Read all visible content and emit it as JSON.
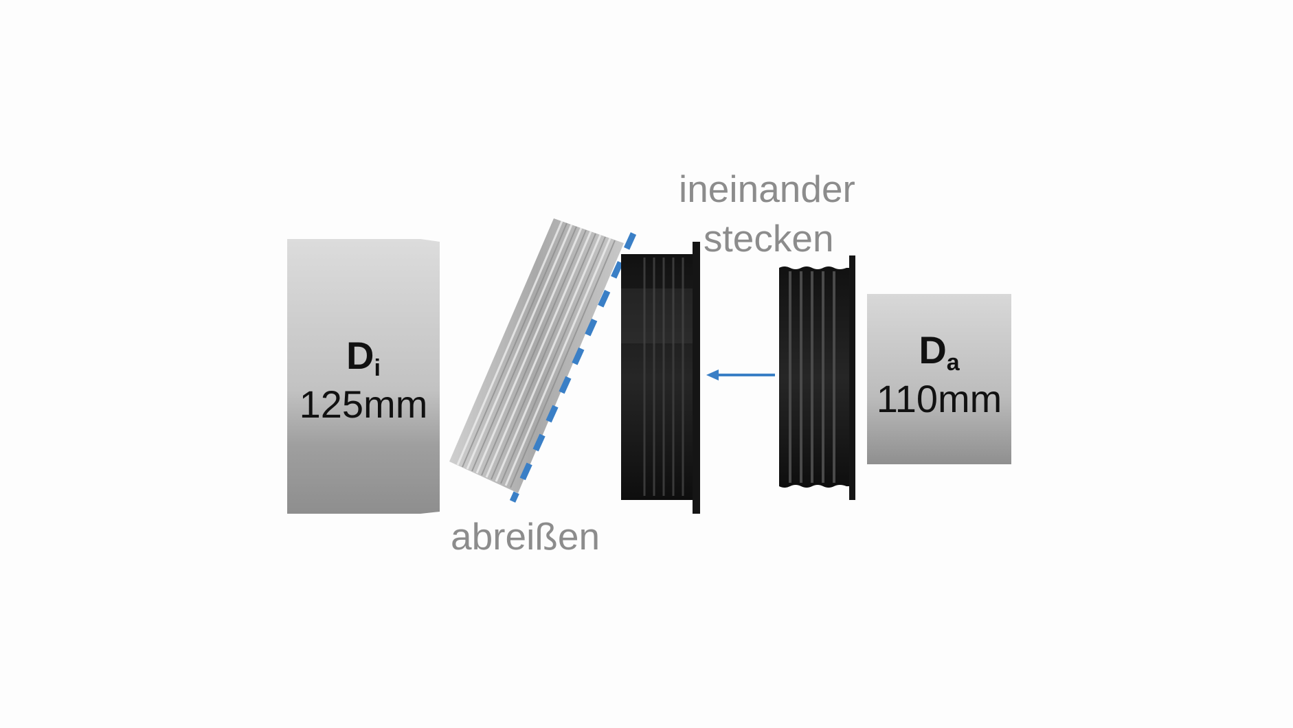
{
  "labels": {
    "tear_off": "abreißen",
    "plug_together_line1": "ineinander",
    "plug_together_line2": "stecken"
  },
  "pipe_inner": {
    "symbol": "D",
    "subscript": "i",
    "value": "125mm"
  },
  "pipe_outer": {
    "symbol": "D",
    "subscript": "a",
    "value": "110mm"
  },
  "colors": {
    "accent_blue": "#3a7fc6",
    "label_grey": "#8c8c8c",
    "pipe_grey_light": "#d9d9d9",
    "pipe_grey_dark": "#8f8f8f",
    "adapter_black": "#1a1a1a",
    "adapter_silver": "#bdbdbd"
  },
  "icons": [
    "dashed-cut-line",
    "insert-arrow-icon"
  ]
}
